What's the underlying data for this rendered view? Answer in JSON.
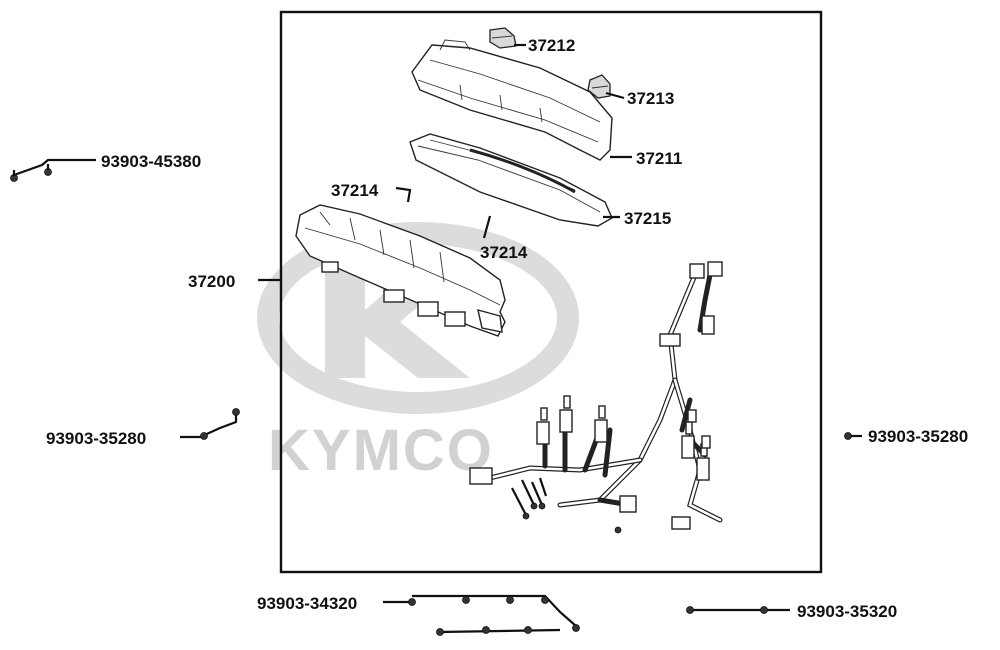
{
  "watermark": {
    "logo_text": "K",
    "brand_text": "KYMCO"
  },
  "callouts": {
    "c37212": "37212",
    "c37213": "37213",
    "c37211": "37211",
    "c37215": "37215",
    "c37214a": "37214",
    "c37214b": "37214",
    "c37200": "37200",
    "c93903_45380": "93903-45380",
    "c93903_35280_left": "93903-35280",
    "c93903_35280_right": "93903-35280",
    "c93903_34320": "93903-34320",
    "c93903_35320": "93903-35320"
  },
  "colors": {
    "line": "#111111",
    "watermark": "#d2d2d2",
    "part_fill": "#ffffff"
  }
}
